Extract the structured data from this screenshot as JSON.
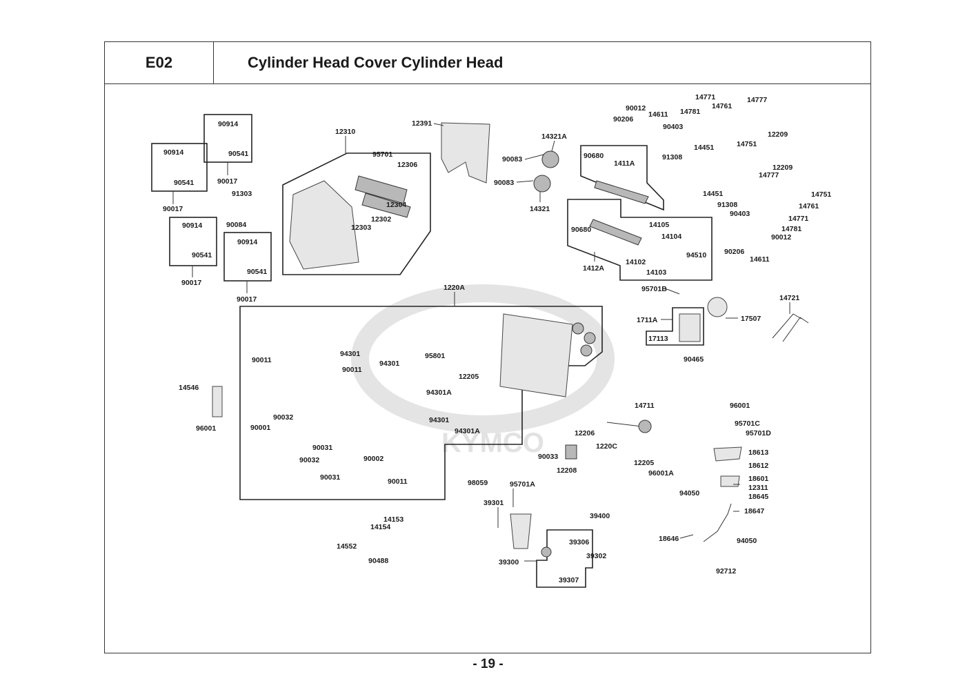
{
  "header": {
    "code": "E02",
    "title": "Cylinder Head Cover  Cylinder Head"
  },
  "page_number": "- 19 -",
  "watermark": "KYMCO",
  "part_labels": [
    "90914",
    "90541",
    "90017",
    "90914",
    "90541",
    "90017",
    "90914",
    "90541",
    "90017",
    "90914",
    "90541",
    "90017",
    "91303",
    "90084",
    "12310",
    "95701",
    "12306",
    "12304",
    "12302",
    "12303",
    "12391",
    "14321A",
    "90083",
    "90083",
    "14321",
    "90012",
    "90206",
    "14611",
    "14781",
    "90403",
    "14771",
    "14761",
    "14777",
    "12209",
    "14751",
    "14451",
    "91308",
    "90680",
    "1411A",
    "12209",
    "14777",
    "14751",
    "14761",
    "14771",
    "14451",
    "91308",
    "90403",
    "14781",
    "90012",
    "90206",
    "14611",
    "90680",
    "14105",
    "14104",
    "94510",
    "14102",
    "14103",
    "1412A",
    "1220A",
    "95701B",
    "1711A",
    "17113",
    "17507",
    "14721",
    "90465",
    "90011",
    "94301",
    "94301",
    "95801",
    "90011",
    "12205",
    "94301A",
    "90032",
    "90001",
    "94301",
    "94301A",
    "90031",
    "90032",
    "90002",
    "90031",
    "90011",
    "14546",
    "96001",
    "90033",
    "12206",
    "12208",
    "1220C",
    "39400",
    "98059",
    "14711",
    "12205",
    "96001A",
    "94050",
    "96001",
    "95701C",
    "95701D",
    "18613",
    "18612",
    "18601",
    "12311",
    "18645",
    "18647",
    "18646",
    "94050",
    "92712",
    "95701A",
    "39301",
    "39306",
    "39302",
    "39300",
    "39307",
    "14153",
    "14154",
    "14552",
    "90488"
  ]
}
